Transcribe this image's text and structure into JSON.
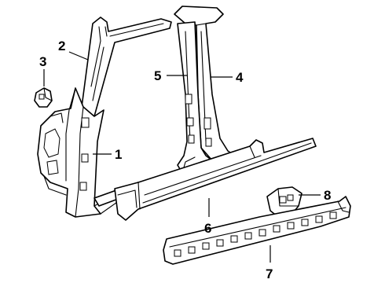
{
  "diagram": {
    "parts": [
      {
        "key": "front-pillar",
        "callout": "1"
      },
      {
        "key": "roof-side-rail",
        "callout": "2"
      },
      {
        "key": "pillar-bracket",
        "callout": "3"
      },
      {
        "key": "center-pillar-outer",
        "callout": "4"
      },
      {
        "key": "center-pillar-inner",
        "callout": "5"
      },
      {
        "key": "rocker-panel",
        "callout": "6"
      },
      {
        "key": "rocker-reinforcement",
        "callout": "7"
      },
      {
        "key": "rocker-bracket",
        "callout": "8"
      }
    ]
  }
}
